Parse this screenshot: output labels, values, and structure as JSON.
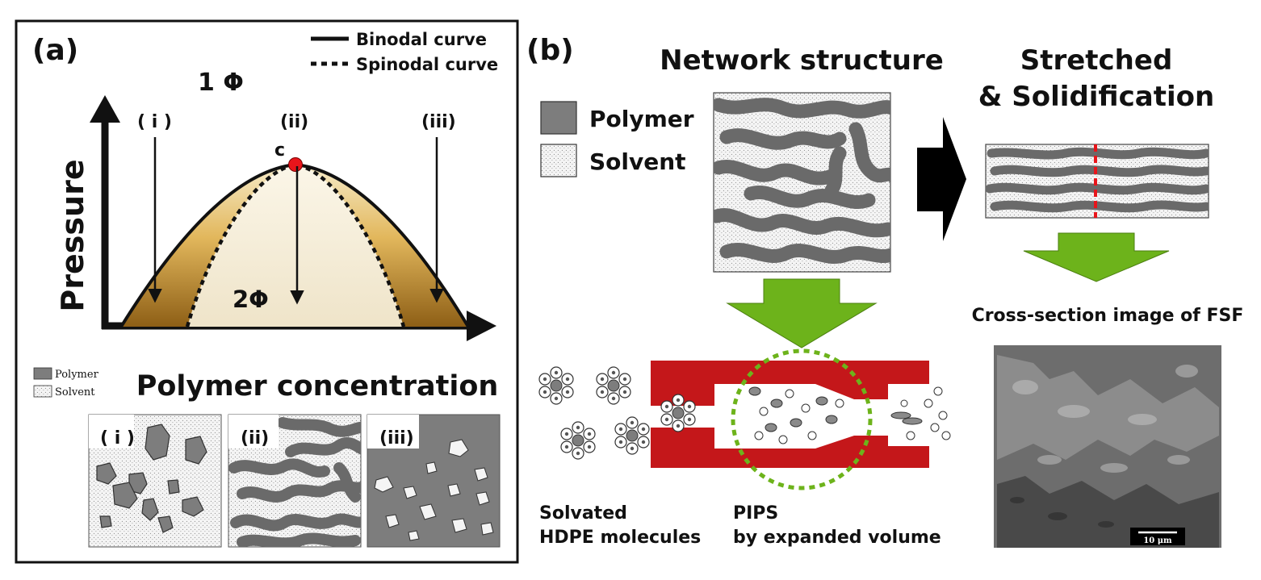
{
  "panel_a": {
    "label": "(a)",
    "legend_binodal": "Binodal curve",
    "legend_spinodal": "Spinodal curve",
    "one_phase": "1 Φ",
    "two_phase": "2Φ",
    "critical_point": "c",
    "ylabel": "Pressure",
    "xlabel": "Polymer concentration",
    "path_i": "( i )",
    "path_ii": "(ii)",
    "path_iii": "(iii)",
    "small_legend_polymer": "Polymer",
    "small_legend_solvent": "Solvent",
    "morph_i": "( i )",
    "morph_ii": "(ii)",
    "morph_iii": "(iii)"
  },
  "panel_b": {
    "label": "(b)",
    "title_network": "Network structure",
    "title_stretched_1": "Stretched",
    "title_stretched_2": "& Solidification",
    "legend_polymer": "Polymer",
    "legend_solvent": "Solvent",
    "cross_section_label": "Cross-section image of FSF",
    "scale_bar": "10 μm",
    "caption_left_1": "Solvated",
    "caption_left_2": "HDPE molecules",
    "caption_right_1": "PIPS",
    "caption_right_2": "by expanded volume"
  },
  "colors": {
    "polymer": "#7d7d7d",
    "solvent": "#f3f3f3",
    "green_arrow": "#6db31b",
    "nozzle_red": "#c4171a",
    "critical_point": "#e8151b",
    "gold_dark": "#a5751f",
    "gold_light": "#f1e8cf"
  }
}
